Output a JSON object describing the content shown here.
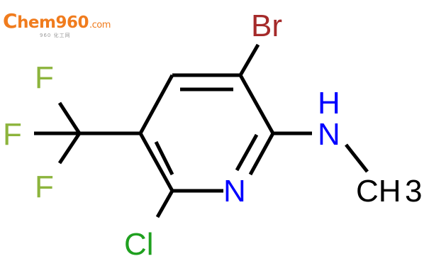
{
  "watermark": {
    "brand": "hem960",
    "brand_initial": "C",
    "domain_suffix": ".com",
    "subtitle": "960 化工网"
  },
  "molecule": {
    "atoms": {
      "bromine": "Br",
      "chlorine": "Cl",
      "ring_nitrogen": "N",
      "amine_hydrogen": "H",
      "amine_nitrogen": "N",
      "methyl_carbon": "CH",
      "methyl_subscript": "3",
      "fluorine_1": "F",
      "fluorine_2": "F",
      "fluorine_3": "F"
    },
    "colors": {
      "carbon_skeleton": "#000000",
      "bromine": "#a52a2a",
      "chlorine": "#1fa01f",
      "nitrogen": "#0000ff",
      "fluorine": "#8cb43c",
      "watermark_brand": "#f07c1e"
    }
  }
}
